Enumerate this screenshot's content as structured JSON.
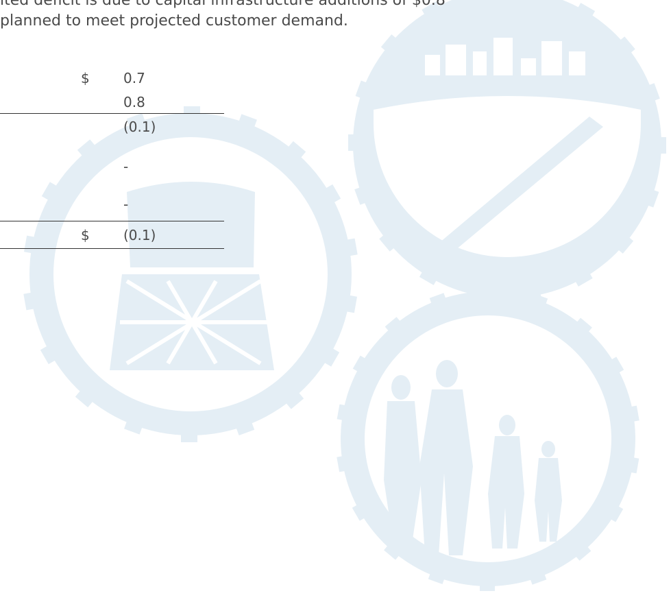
{
  "intro": {
    "line1": "ited deficit is due to capital infrastructure additions of $0.8",
    "line2": "planned to meet projected customer demand."
  },
  "table": {
    "currency_symbol": "$",
    "row1": "0.7",
    "row2": "0.8",
    "row3": "(0.1)",
    "row4": "-",
    "row5": "-",
    "total": "(0.1)"
  },
  "colors": {
    "watermark": "#e3eef5",
    "text": "#4a4a4a"
  },
  "watermark": {
    "icons": [
      "water-tower-gear-icon",
      "city-skyline-gear-icon",
      "family-gear-icon"
    ]
  }
}
